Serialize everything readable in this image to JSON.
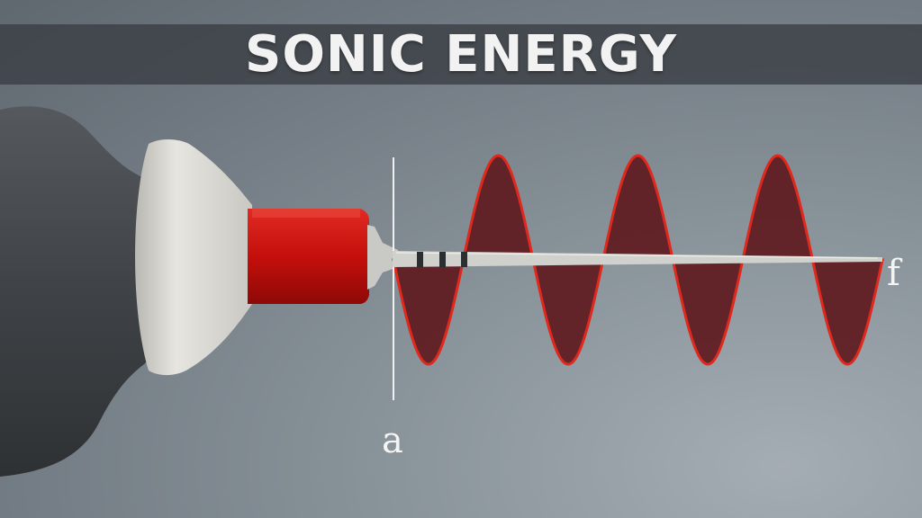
{
  "title": "SONIC ENERGY",
  "labels": {
    "start": "a",
    "end": "f"
  },
  "wave": {
    "cycles": 3.5
  },
  "colors": {
    "wave_fill": "#5e1a1e",
    "wave_stroke": "#e0281c",
    "tip_red": "#d4120f",
    "handpiece_dark": "#45494d",
    "cap_light": "#dcdbd5",
    "file_shaft": "#d0d0cc",
    "marks": "#2c2f32"
  }
}
